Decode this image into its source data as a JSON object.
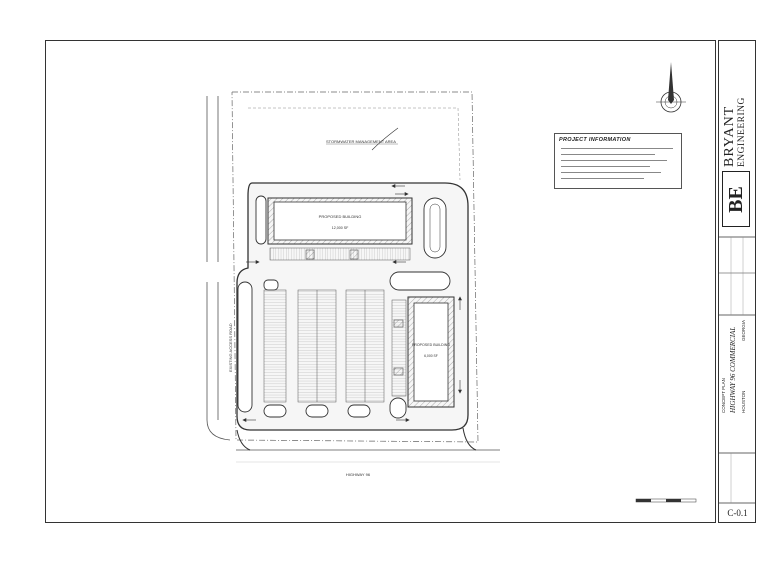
{
  "project_info": {
    "heading": "PROJECT INFORMATION"
  },
  "site": {
    "stormwater_label": "STORMWATER MANAGEMENT AREA",
    "building_1_label": "PROPOSED BUILDING",
    "building_1_area": "12,000 SF",
    "building_2_label": "PROPOSED BUILDING",
    "building_2_area": "6,000 SF",
    "existing_road_label": "EXISTING ACCESS ROAD",
    "highway_label": "HIGHWAY 96"
  },
  "title_block": {
    "firm_name_line1": "BRYANT",
    "firm_name_line2": "ENGINEERING",
    "logo_text": "BE",
    "project_name": "HIGHWAY 96 COMMERCIAL",
    "sheet_title": "CONCEPT PLAN",
    "location": "HOUSTON",
    "state": "GEORGIA",
    "sheet_number": "C-0.1"
  },
  "colors": {
    "line": "#333333",
    "paving": "#f4f4f4",
    "hatch": "#b5b5b5"
  }
}
